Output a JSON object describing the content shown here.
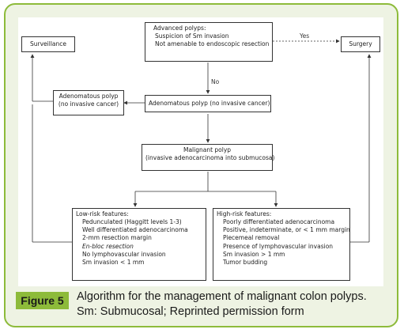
{
  "diagram": {
    "nodes": {
      "surveillance": {
        "lines": [
          "Surveillance"
        ]
      },
      "surgery": {
        "lines": [
          "Surgery"
        ]
      },
      "advanced": {
        "lines": [
          "Advanced polyps:",
          "Suspicion of Sm invasion",
          "Not amenable to endoscopic resection"
        ]
      },
      "adenoma_left": {
        "lines": [
          "Adenomatous polyp",
          "(no invasive cancer)"
        ]
      },
      "adenoma_center": {
        "lines": [
          "Adenomatous polyp (no invasive cancer)"
        ]
      },
      "malignant": {
        "lines": [
          "Malignant polyp",
          "(invasive adenocarcinoma into submucosa)"
        ]
      },
      "low_risk": {
        "header": "Low-risk features:",
        "items": [
          "Pedunculated (Haggitt levels 1-3)",
          "Well differentiated adenocarcinoma",
          "2-mm resection margin",
          "En-bloc resection",
          "No lymphovascular invasion",
          "Sm invasion < 1 mm"
        ]
      },
      "high_risk": {
        "header": "High-risk features:",
        "items": [
          "Poorly differentiated adenocarcinoma",
          "Positive, indeterminate, or < 1 mm margin",
          "Piecemeal removal",
          "Presence of lymphovascular invasion",
          "Sm invasion > 1 mm",
          "Tumor budding"
        ]
      }
    },
    "edge_labels": {
      "yes": "Yes",
      "no": "No"
    }
  },
  "caption": {
    "tag": "Figure 5",
    "line1": "Algorithm for the management of malignant colon polyps.",
    "line2": "Sm: Submucosal; Reprinted permission form"
  },
  "colors": {
    "accent": "#8dbb3a",
    "panel": "#eef3e3"
  }
}
